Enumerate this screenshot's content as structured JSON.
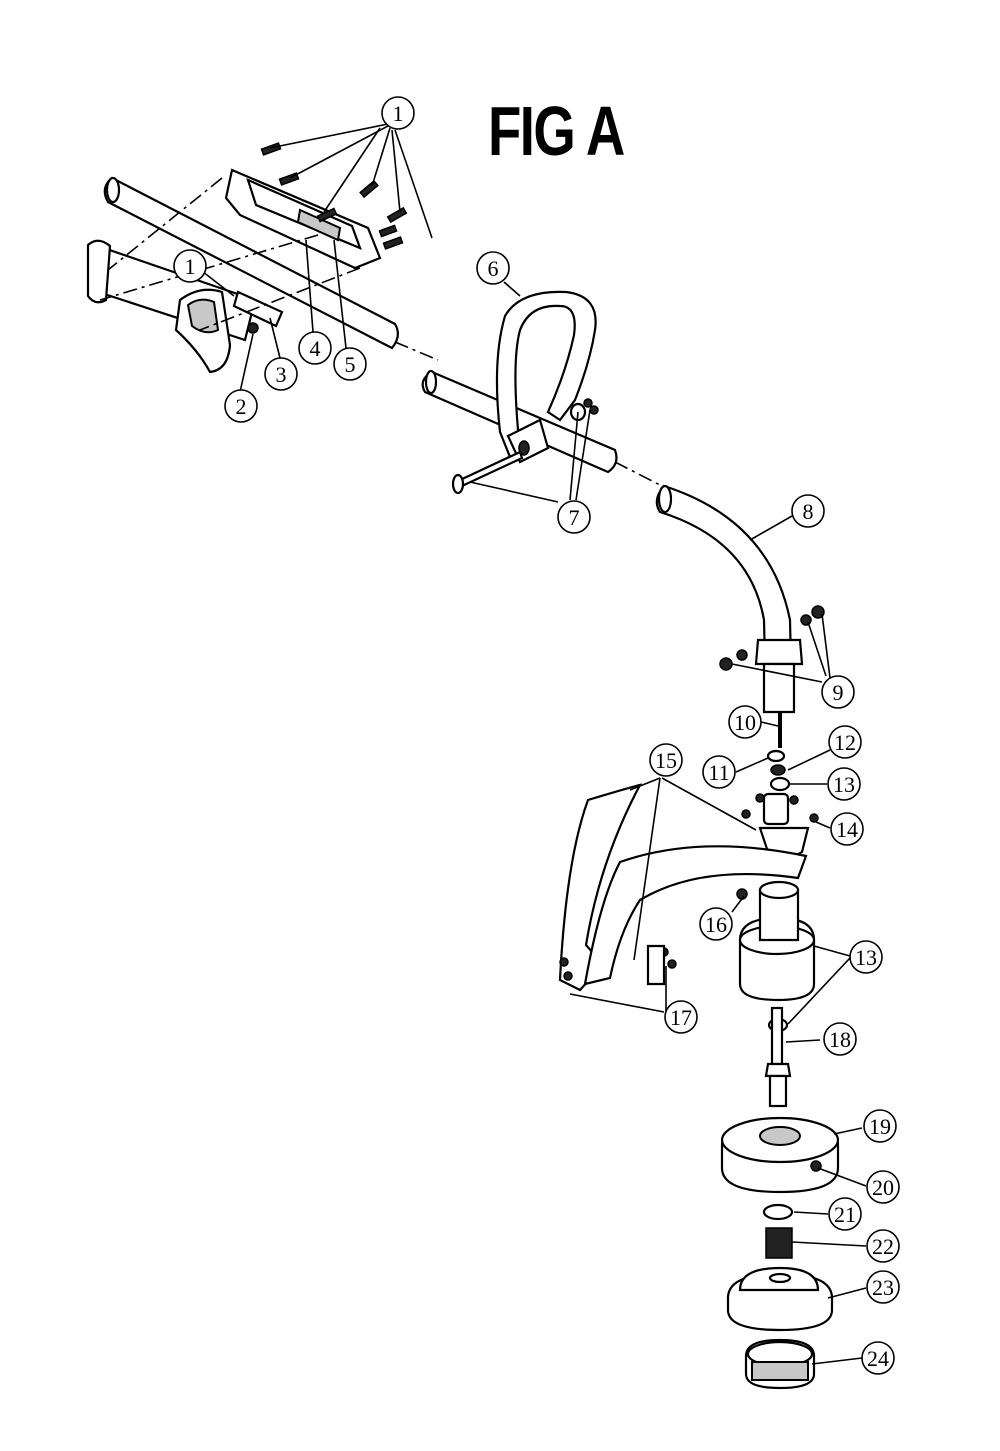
{
  "title": "FIG A",
  "callouts": {
    "c1a": "1",
    "c1b": "1",
    "c2": "2",
    "c3": "3",
    "c4": "4",
    "c5": "5",
    "c6": "6",
    "c7": "7",
    "c8": "8",
    "c9": "9",
    "c10": "10",
    "c11": "11",
    "c12": "12",
    "c13a": "13",
    "c13b": "13",
    "c14": "14",
    "c15": "15",
    "c16": "16",
    "c17": "17",
    "c18": "18",
    "c19": "19",
    "c20": "20",
    "c21": "21",
    "c22": "22",
    "c23": "23",
    "c24": "24"
  }
}
